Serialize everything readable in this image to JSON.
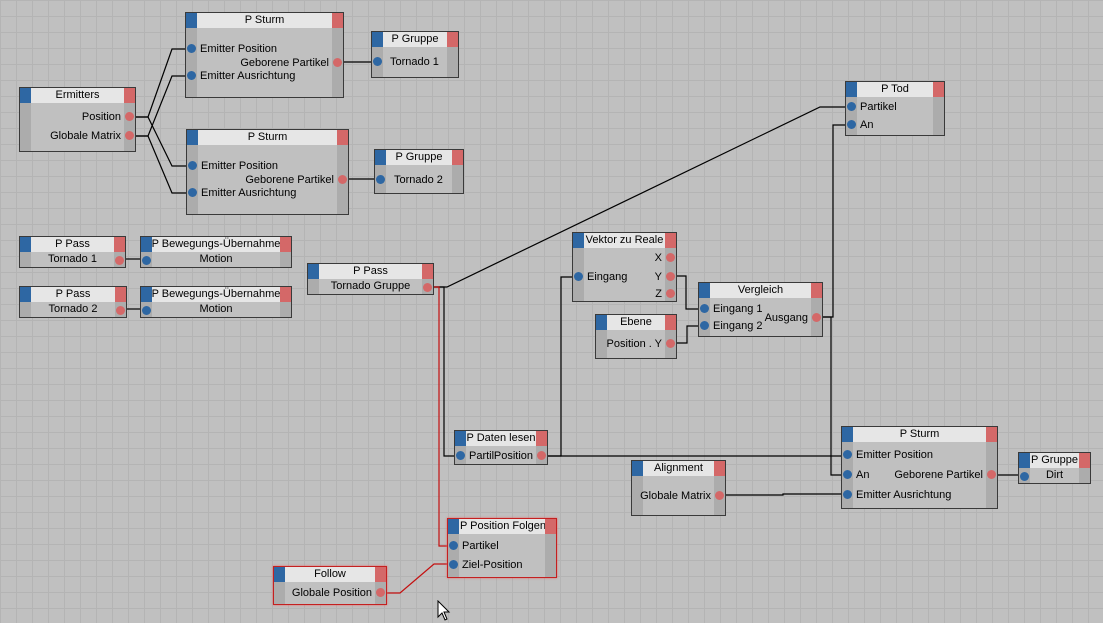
{
  "editor": "Particle node editor",
  "nodes": {
    "ermitters": {
      "title": "Ermitters",
      "outputs": [
        "Position",
        "Globale Matrix"
      ]
    },
    "sturm1": {
      "title": "P Sturm",
      "inputs": [
        "Emitter Position",
        "Emitter Ausrichtung"
      ],
      "outputs": [
        "Geborene Partikel"
      ]
    },
    "gruppe1": {
      "title": "P Gruppe",
      "inputs": [
        "Tornado 1"
      ]
    },
    "sturm2": {
      "title": "P Sturm",
      "inputs": [
        "Emitter Position",
        "Emitter Ausrichtung"
      ],
      "outputs": [
        "Geborene Partikel"
      ]
    },
    "gruppe2": {
      "title": "P Gruppe",
      "inputs": [
        "Tornado 2"
      ]
    },
    "pass1": {
      "title": "P Pass",
      "outputs": [
        "Tornado 1"
      ]
    },
    "bewegung1": {
      "title": "P Bewegungs-Übernahme",
      "inputs": [
        "Motion"
      ]
    },
    "pass2": {
      "title": "P Pass",
      "outputs": [
        "Tornado 2"
      ]
    },
    "bewegung2": {
      "title": "P Bewegungs-Übernahme",
      "inputs": [
        "Motion"
      ]
    },
    "passgruppe": {
      "title": "P Pass",
      "outputs": [
        "Tornado Gruppe"
      ]
    },
    "tod": {
      "title": "P Tod",
      "inputs": [
        "Partikel",
        "An"
      ]
    },
    "vektor": {
      "title": "Vektor zu Reale",
      "inputs": [
        "Eingang"
      ],
      "outputs": [
        "X",
        "Y",
        "Z"
      ]
    },
    "ebene": {
      "title": "Ebene",
      "outputs": [
        "Position . Y"
      ]
    },
    "vergleich": {
      "title": "Vergleich",
      "inputs": [
        "Eingang 1",
        "Eingang 2"
      ],
      "outputs": [
        "Ausgang"
      ]
    },
    "daten": {
      "title": "P Daten lesen",
      "inputs": [
        "Partil"
      ],
      "outputs": [
        "Position"
      ]
    },
    "alignment": {
      "title": "Alignment",
      "outputs": [
        "Globale Matrix"
      ]
    },
    "sturm3": {
      "title": "P Sturm",
      "inputs": [
        "Emitter Position",
        "An",
        "Emitter Ausrichtung"
      ],
      "outputs": [
        "Geborene Partikel"
      ]
    },
    "gruppe3": {
      "title": "P Gruppe",
      "inputs": [
        "Dirt"
      ]
    },
    "folgen": {
      "title": "P Position Folgen",
      "inputs": [
        "Partikel",
        "Ziel-Position"
      ]
    },
    "follow": {
      "title": "Follow",
      "outputs": [
        "Globale Position"
      ]
    }
  },
  "connections": [
    {
      "from": "Ermitters.Position",
      "to": "P Sturm (1).Emitter Position"
    },
    {
      "from": "Ermitters.Globale Matrix",
      "to": "P Sturm (1).Emitter Ausrichtung"
    },
    {
      "from": "Ermitters.Position",
      "to": "P Sturm (2).Emitter Position"
    },
    {
      "from": "Ermitters.Globale Matrix",
      "to": "P Sturm (2).Emitter Ausrichtung"
    },
    {
      "from": "P Sturm (1).Geborene Partikel",
      "to": "P Gruppe.Tornado 1"
    },
    {
      "from": "P Sturm (2).Geborene Partikel",
      "to": "P Gruppe.Tornado 2"
    },
    {
      "from": "P Pass.Tornado 1",
      "to": "P Bewegungs-Übernahme.Motion"
    },
    {
      "from": "P Pass.Tornado 2",
      "to": "P Bewegungs-Übernahme.Motion"
    },
    {
      "from": "P Pass.Tornado Gruppe",
      "to": "P Tod.Partikel"
    },
    {
      "from": "P Pass.Tornado Gruppe",
      "to": "P Daten lesen.Partil"
    },
    {
      "from": "P Pass.Tornado Gruppe",
      "to": "P Position Folgen.Partikel",
      "selected": true
    },
    {
      "from": "P Daten lesen.Position",
      "to": "Vektor zu Reale.Eingang"
    },
    {
      "from": "P Daten lesen.Position",
      "to": "P Sturm (3).Emitter Position"
    },
    {
      "from": "Vektor zu Reale.Y",
      "to": "Vergleich.Eingang 1"
    },
    {
      "from": "Ebene.Position . Y",
      "to": "Vergleich.Eingang 2"
    },
    {
      "from": "Vergleich.Ausgang",
      "to": "P Tod.An"
    },
    {
      "from": "Vergleich.Ausgang",
      "to": "P Sturm (3).An"
    },
    {
      "from": "Alignment.Globale Matrix",
      "to": "P Sturm (3).Emitter Ausrichtung"
    },
    {
      "from": "P Sturm (3).Geborene Partikel",
      "to": "P Gruppe.Dirt"
    },
    {
      "from": "Follow.Globale Position",
      "to": "P Position Folgen.Ziel-Position",
      "selected": true
    }
  ],
  "colors": {
    "canvas": "#c0c0c0",
    "header": "#e6e6e6",
    "input_port": "#2e67a3",
    "output_port": "#d46868",
    "selection": "#c41010"
  }
}
